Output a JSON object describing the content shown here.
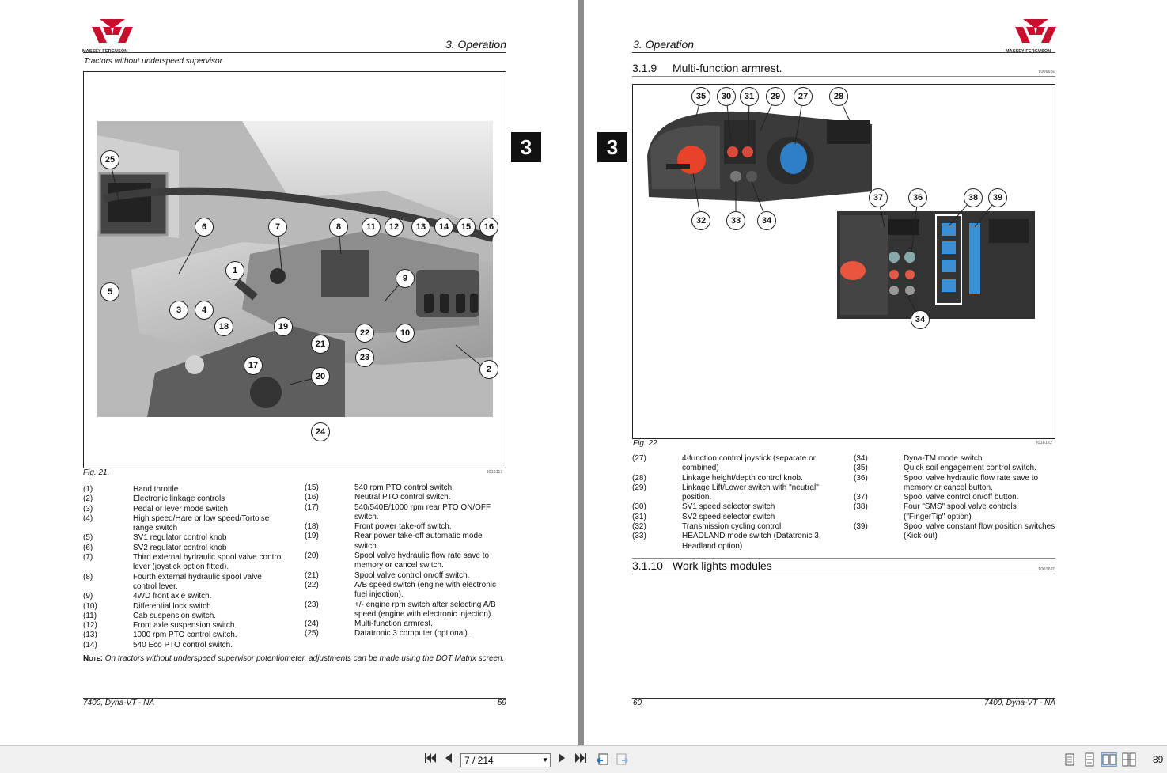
{
  "left_page": {
    "brand": "MASSEY FERGUSON",
    "chapter": "3. Operation",
    "subtitle": "Tractors without underspeed supervisor",
    "tab": "3",
    "fig_caption": "Fig. 21.",
    "fig_code": "I016117",
    "callouts": [
      "25",
      "6",
      "7",
      "8",
      "11",
      "12",
      "13",
      "14",
      "15",
      "16",
      "5",
      "3",
      "4",
      "1",
      "9",
      "18",
      "19",
      "22",
      "10",
      "21",
      "23",
      "17",
      "2",
      "20",
      "24"
    ],
    "legend_left": [
      {
        "n": "(1)",
        "t": "Hand throttle"
      },
      {
        "n": "(2)",
        "t": "Electronic linkage controls"
      },
      {
        "n": "(3)",
        "t": "Pedal or lever mode switch"
      },
      {
        "n": "(4)",
        "t": "High speed/Hare or low speed/Tortoise range switch"
      },
      {
        "n": "(5)",
        "t": "SV1 regulator control knob"
      },
      {
        "n": "(6)",
        "t": "SV2 regulator control knob"
      },
      {
        "n": "(7)",
        "t": "Third external hydraulic spool valve control lever (joystick option fitted)."
      },
      {
        "n": "(8)",
        "t": "Fourth external hydraulic spool valve control lever."
      },
      {
        "n": "(9)",
        "t": "4WD front axle switch."
      },
      {
        "n": "(10)",
        "t": "Differential lock switch"
      },
      {
        "n": "(11)",
        "t": "Cab suspension switch."
      },
      {
        "n": "(12)",
        "t": "Front axle suspension switch."
      },
      {
        "n": "(13)",
        "t": "1000 rpm PTO control switch."
      },
      {
        "n": "(14)",
        "t": "540 Eco PTO control switch."
      }
    ],
    "legend_right": [
      {
        "n": "(15)",
        "t": "540 rpm PTO control switch."
      },
      {
        "n": "(16)",
        "t": "Neutral PTO control switch."
      },
      {
        "n": "(17)",
        "t": "540/540E/1000 rpm rear PTO ON/OFF switch."
      },
      {
        "n": "(18)",
        "t": "Front power take-off switch."
      },
      {
        "n": "(19)",
        "t": "Rear power take-off automatic mode switch."
      },
      {
        "n": "(20)",
        "t": "Spool valve hydraulic flow rate save to memory or cancel switch."
      },
      {
        "n": "(21)",
        "t": "Spool valve control on/off switch."
      },
      {
        "n": "(22)",
        "t": "A/B speed switch (engine with electronic fuel injection)."
      },
      {
        "n": "(23)",
        "t": "+/- engine rpm switch after selecting A/B speed (engine with electronic injection)."
      },
      {
        "n": "(24)",
        "t": "Multi-function armrest."
      },
      {
        "n": "(25)",
        "t": "Datatronic 3 computer (optional)."
      }
    ],
    "note_label": "Note:",
    "note_text": "On tractors without underspeed supervisor potentiometer, adjustments can be made using the DOT Matrix screen.",
    "footer_model": "7400, Dyna-VT - NA",
    "footer_page": "59"
  },
  "right_page": {
    "brand": "MASSEY FERGUSON",
    "chapter": "3. Operation",
    "tab": "3",
    "section_num": "3.1.9",
    "section_title": "Multi-function armrest.",
    "section_code": "T006650",
    "fig_caption": "Fig. 22.",
    "fig_code": "I016122",
    "callouts": [
      "35",
      "30",
      "31",
      "29",
      "27",
      "28",
      "37",
      "36",
      "38",
      "39",
      "32",
      "33",
      "34",
      "34"
    ],
    "legend_left": [
      {
        "n": "(27)",
        "t": "4-function control joystick (separate or combined)"
      },
      {
        "n": "(28)",
        "t": "Linkage height/depth control knob."
      },
      {
        "n": "(29)",
        "t": "Linkage Lift/Lower switch with \"neutral\" position."
      },
      {
        "n": "(30)",
        "t": "SV1 speed selector switch"
      },
      {
        "n": "(31)",
        "t": "SV2 speed selector switch"
      },
      {
        "n": "(32)",
        "t": "Transmission cycling control."
      },
      {
        "n": "(33)",
        "t": "HEADLAND mode switch (Datatronic 3, Headland option)"
      }
    ],
    "legend_right": [
      {
        "n": "(34)",
        "t": "Dyna-TM mode switch"
      },
      {
        "n": "(35)",
        "t": "Quick soil engagement control switch."
      },
      {
        "n": "(36)",
        "t": "Spool valve hydraulic flow rate save to memory or cancel button."
      },
      {
        "n": "(37)",
        "t": "Spool valve control on/off button."
      },
      {
        "n": "(38)",
        "t": "Four \"SMS\" spool valve controls (\"FingerTip\" option)"
      },
      {
        "n": "(39)",
        "t": "Spool valve constant flow position switches (Kick-out)"
      }
    ],
    "section2_num": "3.1.10",
    "section2_title": "Work lights modules",
    "section2_code": "T001670",
    "footer_page": "60",
    "footer_model": "7400, Dyna-VT - NA"
  },
  "toolbar": {
    "page_display": "7 / 214",
    "zoom_partial": "89",
    "icons": [
      "first-page-icon",
      "prev-page-icon",
      "next-page-icon",
      "last-page-icon",
      "go-back-icon",
      "go-forward-icon",
      "single-page-view-icon",
      "continuous-view-icon",
      "facing-view-icon",
      "continuous-facing-view-icon"
    ]
  }
}
